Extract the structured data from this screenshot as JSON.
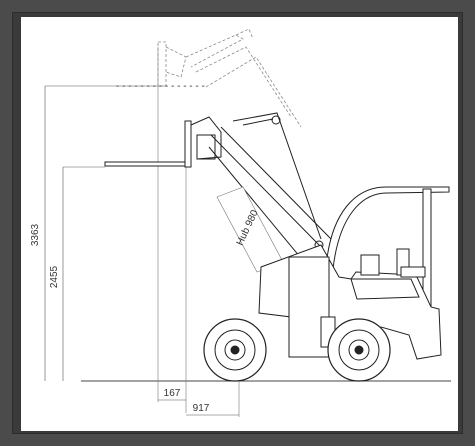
{
  "dimensions": {
    "max_lift_height": "3363",
    "fork_height": "2455",
    "front_offset_inner": "167",
    "front_offset_outer": "917",
    "tilt_label": "Hub 980"
  },
  "colors": {
    "background": "#4b4b4b",
    "sheet": "#ffffff",
    "line": "#222222",
    "dashed": "#8a8a8a"
  }
}
